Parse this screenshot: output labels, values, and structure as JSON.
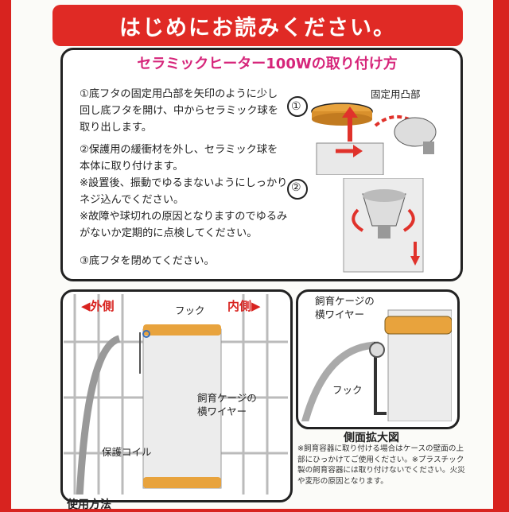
{
  "banner": {
    "title": "はじめにお読みください。"
  },
  "section": {
    "subtitle": "セラミックヒーター100Wの取り付け方",
    "steps": [
      "①底フタの固定用凸部を矢印のように少し回し底フタを開け、中からセラミック球を取り出します。",
      "②保護用の緩衝材を外し、セラミック球を本体に取り付けます。",
      "※設置後、振動でゆるまないようにしっかりネジ込んでください。",
      "※故障や球切れの原因となりますのでゆるみがないか定期的に点検してください。",
      "③底フタを閉めてください。"
    ],
    "figure_labels": {
      "step1": "①",
      "step2": "②",
      "callout": "固定用凸部"
    }
  },
  "install": {
    "outside": "◀外側",
    "inside": "内側▶",
    "hook": "フック",
    "wire": "飼育ケージの\n横ワイヤー",
    "coil": "保護コイル"
  },
  "side_view": {
    "wire": "飼育ケージの\n横ワイヤー",
    "hook": "フック",
    "caption": "側面拡大図",
    "note": "※飼育容器に取り付ける場合はケースの壁面の上部にひっかけてご使用ください。※プラスチック製の飼育容器には取り付けないでください。火災や変形の原因となります。"
  },
  "usage": {
    "title": "使用方法"
  },
  "colors": {
    "frame_red": "#d8231f",
    "banner_red": "#e02a25",
    "subtitle_pink": "#d6257a",
    "lid_orange": "#e8a33d",
    "arrow_red": "#e0322b"
  }
}
